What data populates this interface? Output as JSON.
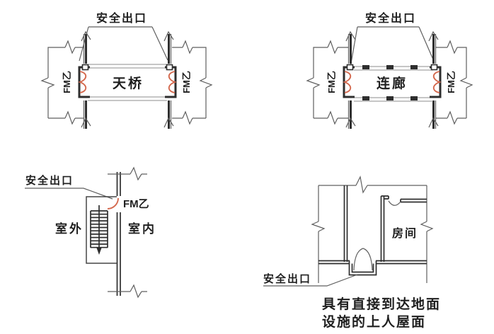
{
  "figure": {
    "background": "#ffffff",
    "line_color": "#2e2e2e",
    "fire_door_color": "#d4694e",
    "diagrams": {
      "bridge": {
        "exit_label": "安全出口",
        "center_label": "天桥",
        "fire_door_left": "FM乙",
        "fire_door_right": "FM乙"
      },
      "corridor": {
        "exit_label": "安全出口",
        "center_label": "连廊",
        "fire_door_left": "FM乙",
        "fire_door_right": "FM乙"
      },
      "exterior_stair": {
        "exit_label": "安全出口",
        "fire_door_label": "FM乙",
        "outdoor_label": "室外",
        "indoor_label": "室内"
      },
      "roof_access": {
        "exit_label": "安全出口",
        "room_label": "房间",
        "caption_line1": "具有直接到达地面",
        "caption_line2": "设施的上人屋面"
      }
    }
  }
}
